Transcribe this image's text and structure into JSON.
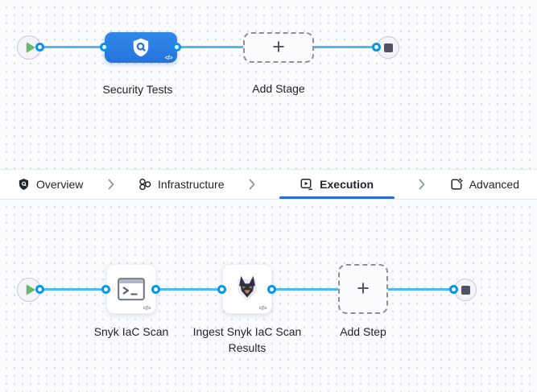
{
  "stage_flow": {
    "stage_security_tests": {
      "label": "Security Tests",
      "icon": "shield-scan-icon",
      "code_badge": "</>"
    },
    "add_stage": {
      "label": "Add Stage",
      "plus": "+"
    }
  },
  "tabs": {
    "overview": {
      "label": "Overview",
      "icon": "shield-gear-icon",
      "active": false
    },
    "infrastructure": {
      "label": "Infrastructure",
      "icon": "cluster-icon",
      "active": false
    },
    "execution": {
      "label": "Execution",
      "icon": "play-list-icon",
      "active": true
    },
    "advanced": {
      "label": "Advanced",
      "icon": "settings-box-icon",
      "active": false
    }
  },
  "execution_flow": {
    "step_snyk_iac_scan": {
      "label": "Snyk IaC Scan",
      "icon": "terminal-icon",
      "code_badge": "</>"
    },
    "step_ingest_results": {
      "label": "Ingest Snyk IaC Scan Results",
      "icon": "snyk-dog-icon",
      "code_badge": "</>"
    },
    "add_step": {
      "label": "Add Step",
      "plus": "+"
    }
  },
  "colors": {
    "stage_blue": "#2b80e2",
    "connector_line": "#4db9f0",
    "connector_dot_ring": "#0a94e8",
    "active_tab_underline": "#2b6bd3",
    "play_green": "#66b96a",
    "canvas_bg": "#fafbfd"
  }
}
